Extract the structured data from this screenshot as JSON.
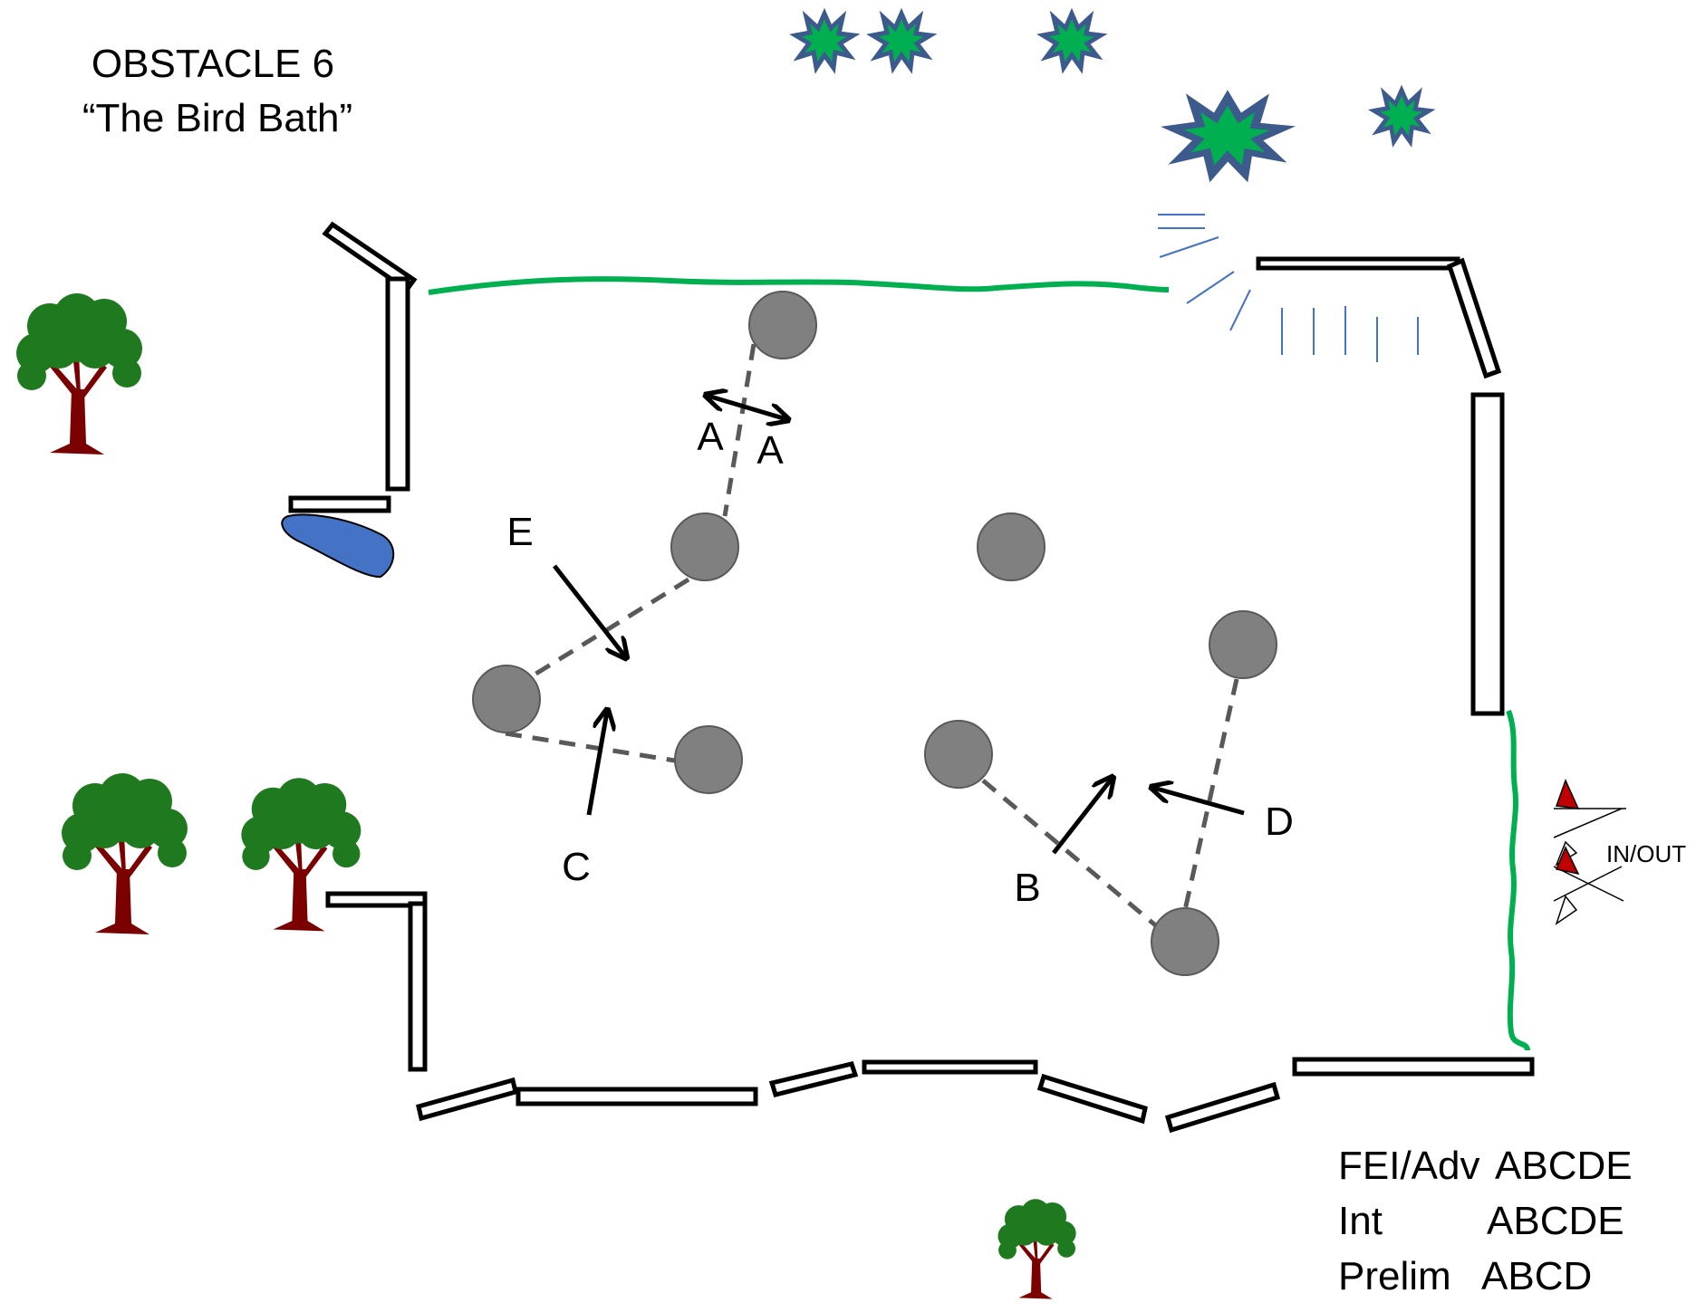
{
  "title": {
    "line1": "OBSTACLE  6",
    "line2": "“The Bird Bath”"
  },
  "approach_labels": {
    "a_left": "A",
    "a_right": "A",
    "b": "B",
    "c": "C",
    "d": "D",
    "e": "E"
  },
  "entrance_label": "IN/OUT",
  "levels": [
    {
      "level": "FEI/Adv",
      "elements": "ABCDE"
    },
    {
      "level": "Int",
      "elements": "ABCDE"
    },
    {
      "level": "Prelim",
      "elements": "ABCD"
    }
  ],
  "colors": {
    "rope": "#00b050",
    "pole": "#808080",
    "water": "#4472c4",
    "bush": "#00b050",
    "tree_foliage": "#1f7a1f",
    "tree_trunk": "#7b0000",
    "flag": "#c00000"
  },
  "icons": {
    "tree": "tree-icon",
    "bush": "bush-icon",
    "water": "bird-bath-water-icon",
    "flag": "flag-icon"
  }
}
